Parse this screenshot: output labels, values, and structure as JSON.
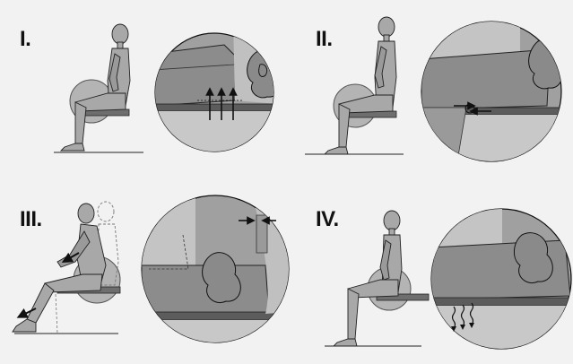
{
  "panels": [
    {
      "label": "I."
    },
    {
      "label": "II."
    },
    {
      "label": "III."
    },
    {
      "label": "IV."
    }
  ],
  "colors": {
    "background": "#f2f2f2",
    "figure": "#a8a8a8",
    "figure_dark": "#7a7a7a",
    "disc": "#b4b4b4",
    "outline": "#1a1a1a",
    "seat": "#6e6e6e",
    "tissue": "#9a9a9a"
  },
  "icons": [
    "arrow-up-icon",
    "arrow-left-icon",
    "arrow-right-icon",
    "wavy-arrow-icon",
    "pelvis-bone-icon"
  ]
}
